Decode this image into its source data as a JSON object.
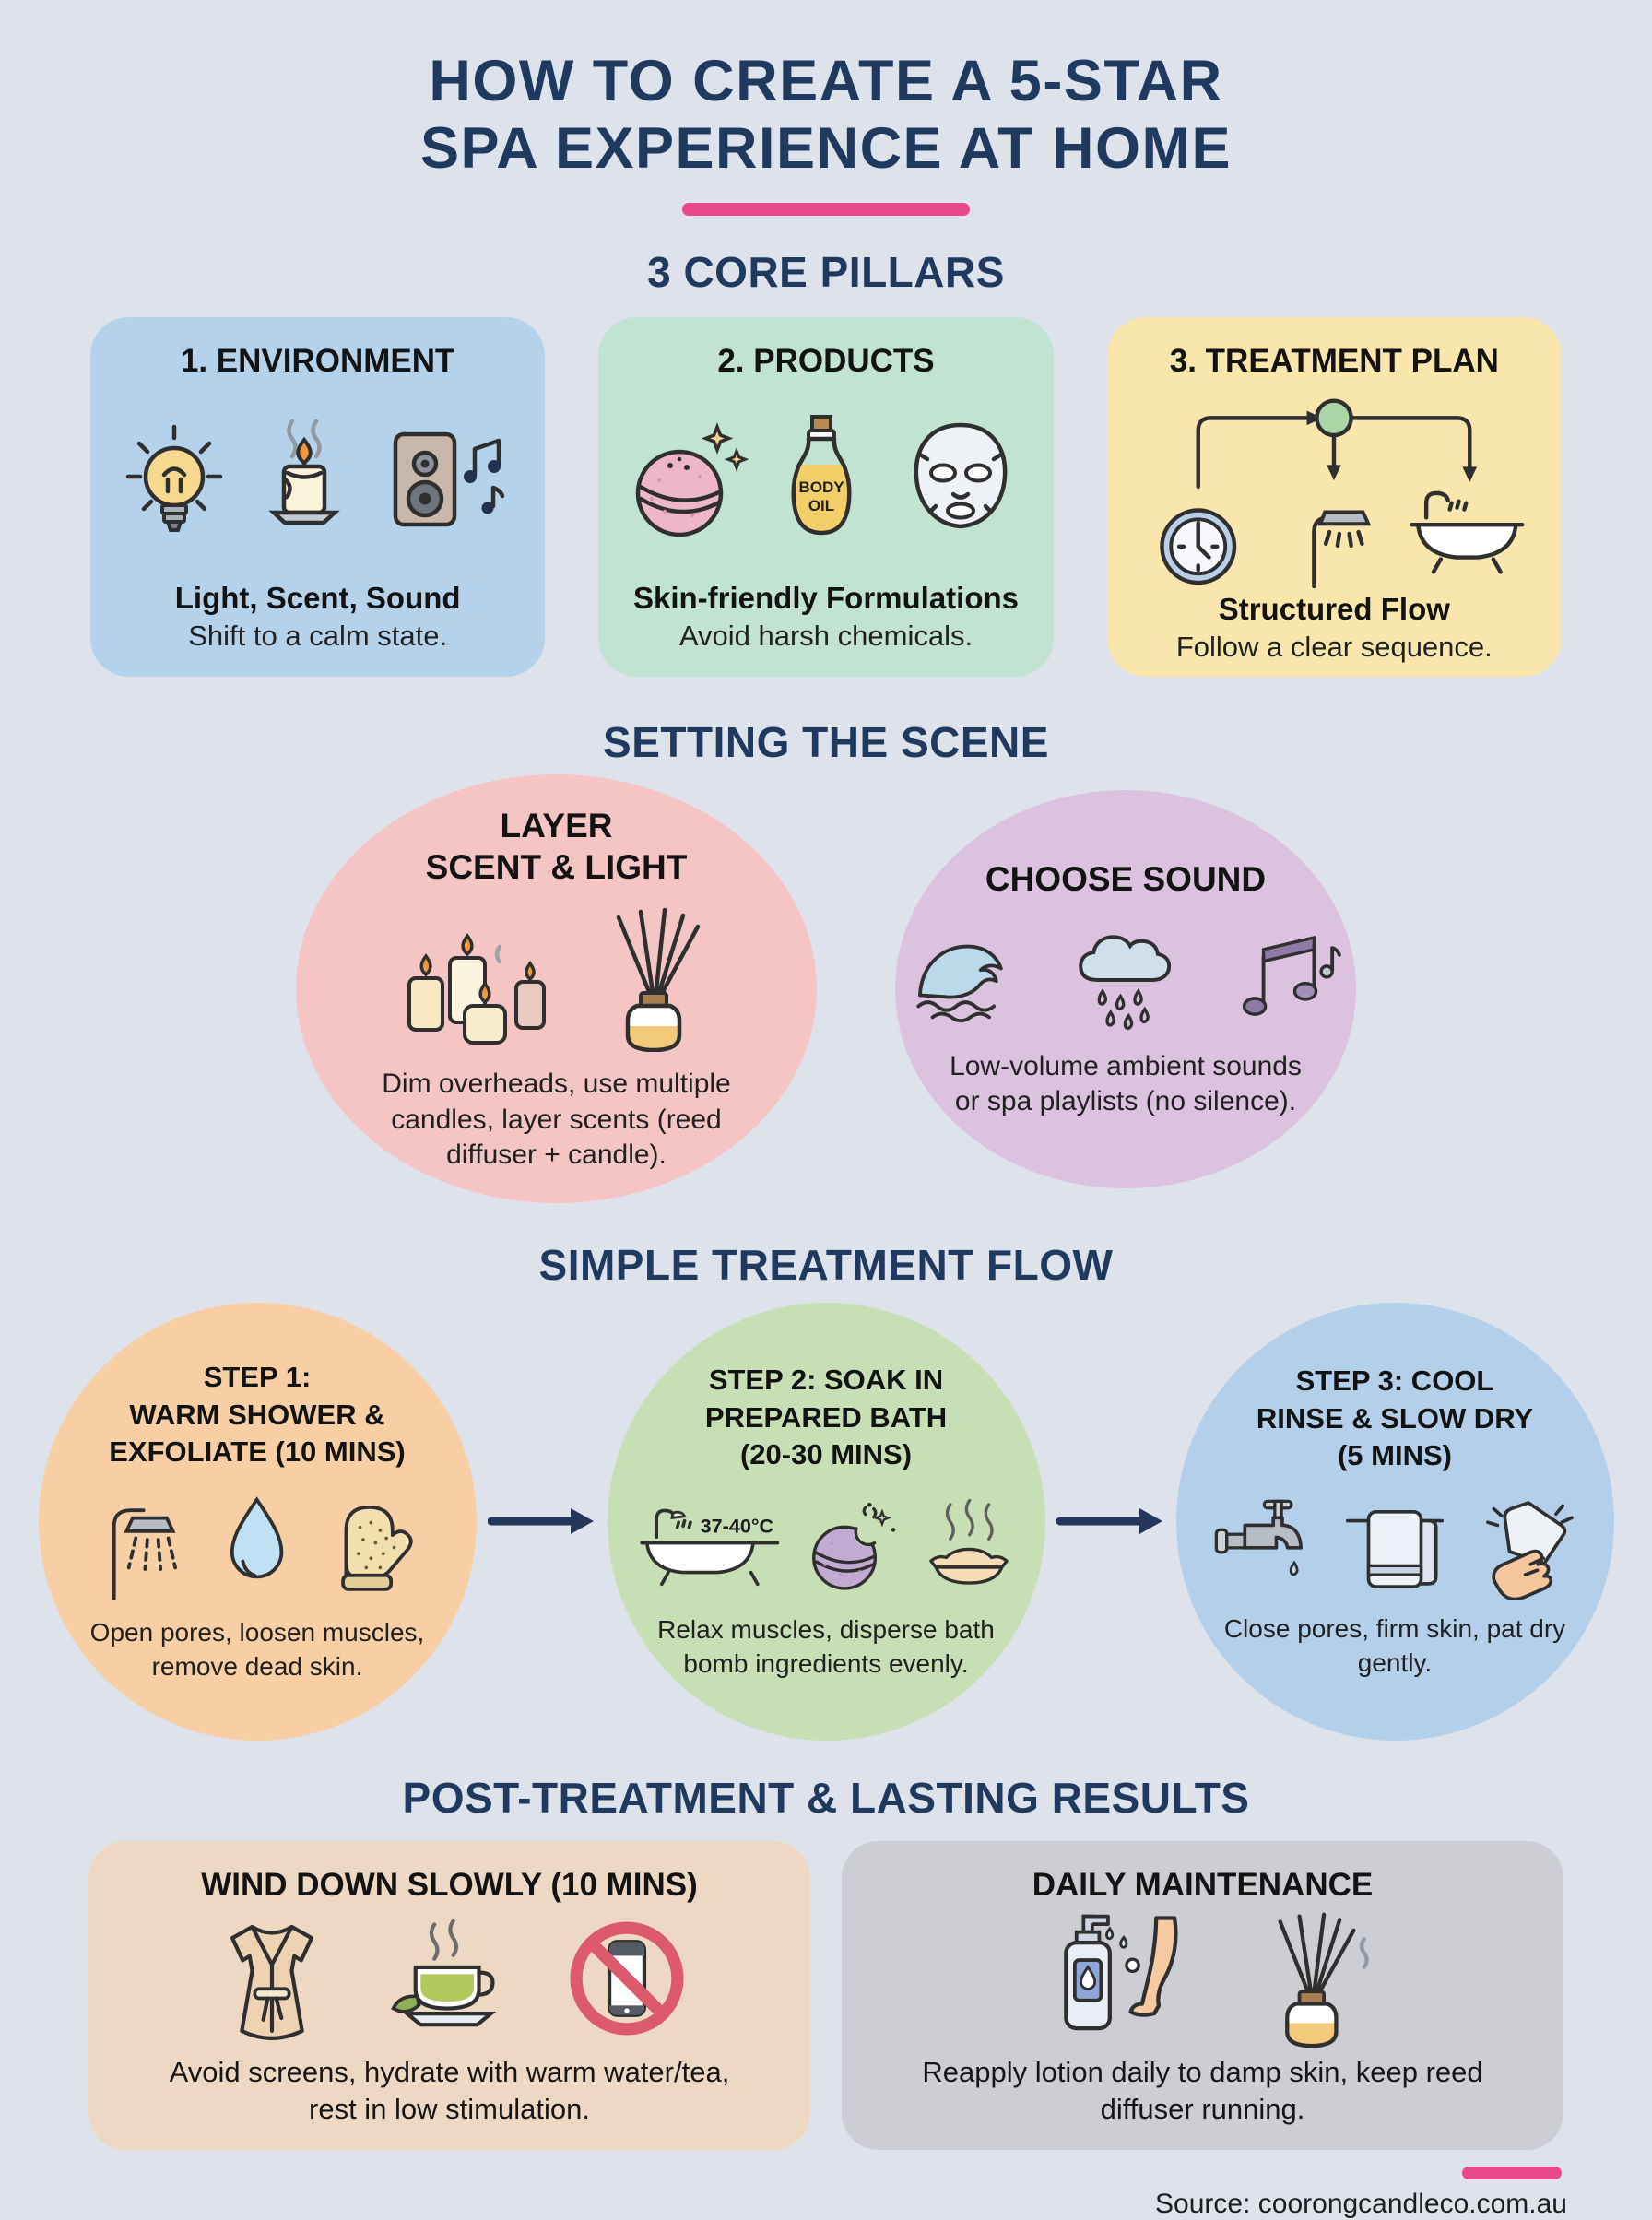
{
  "page": {
    "title_line1": "HOW TO CREATE A 5-STAR",
    "title_line2": "SPA EXPERIENCE AT HOME"
  },
  "colors": {
    "background": "#dde2eb",
    "heading_navy": "#20395f",
    "accent_pink": "#e9498b",
    "card_environment": "#b4d3ea",
    "card_products": "#c2e2d2",
    "card_treatment_plan": "#f8e6ac",
    "bubble_scent_light": "#f5c5c6",
    "bubble_sound": "#dbc2de",
    "step1_circle": "#f8cfa4",
    "step2_circle": "#c8dfb6",
    "step3_circle": "#b4cfe9",
    "card_wind_down": "#edd9c3",
    "card_daily_maintenance": "#cdced3",
    "arrow_navy": "#24365a"
  },
  "pillars": {
    "heading": "3 CORE PILLARS",
    "cards": [
      {
        "title": "1. ENVIRONMENT",
        "bold": "Light, Scent, Sound",
        "text": "Shift to a calm state.",
        "icons": [
          "lightbulb-icon",
          "candle-icon",
          "speaker-music-icon"
        ]
      },
      {
        "title": "2. PRODUCTS",
        "bold": "Skin-friendly Formulations",
        "text": "Avoid harsh chemicals.",
        "oil_label": [
          "BODY",
          "OIL"
        ],
        "icons": [
          "bath-bomb-icon",
          "body-oil-icon",
          "sheet-mask-icon"
        ]
      },
      {
        "title": "3. TREATMENT PLAN",
        "bold": "Structured Flow",
        "text": "Follow a clear sequence.",
        "icons": [
          "flow-diagram-icon",
          "clock-icon",
          "shower-icon",
          "bathtub-icon"
        ]
      }
    ]
  },
  "scene": {
    "heading": "SETTING THE SCENE",
    "bubbles": [
      {
        "title_lines": [
          "LAYER",
          "SCENT & LIGHT"
        ],
        "text": "Dim overheads, use multiple candles, layer scents (reed diffuser + candle).",
        "icons": [
          "candles-group-icon",
          "reed-diffuser-icon"
        ]
      },
      {
        "title_lines": [
          "CHOOSE SOUND"
        ],
        "text": "Low-volume ambient sounds or spa playlists (no silence).",
        "icons": [
          "wave-icon",
          "rain-cloud-icon",
          "music-notes-icon"
        ]
      }
    ]
  },
  "flow": {
    "heading": "SIMPLE TREATMENT FLOW",
    "steps": [
      {
        "title_lines": [
          "STEP 1:",
          "WARM SHOWER &",
          "EXFOLIATE (10 MINS)"
        ],
        "text": "Open pores, loosen muscles, remove dead skin.",
        "icons": [
          "shower-icon",
          "water-drop-icon",
          "exfoliating-mitt-icon"
        ]
      },
      {
        "title_lines": [
          "STEP 2: SOAK IN",
          "PREPARED BATH",
          "(20-30 MINS)"
        ],
        "temp_label": "37-40°C",
        "text": "Relax muscles, disperse bath bomb ingredients evenly.",
        "icons": [
          "bathtub-temp-icon",
          "bath-bomb-fizz-icon",
          "steam-bowl-icon"
        ]
      },
      {
        "title_lines": [
          "STEP 3: COOL",
          "RINSE & SLOW DRY",
          "(5 MINS)"
        ],
        "text": "Close pores, firm skin, pat dry gently.",
        "icons": [
          "faucet-icon",
          "towel-icon",
          "pat-dry-icon"
        ]
      }
    ]
  },
  "post": {
    "heading": "POST-TREATMENT & LASTING RESULTS",
    "cards": [
      {
        "title": "WIND DOWN SLOWLY (10 MINS)",
        "text": "Avoid screens, hydrate with warm water/tea, rest in low stimulation.",
        "icons": [
          "robe-icon",
          "tea-cup-icon",
          "no-phone-icon"
        ]
      },
      {
        "title": "DAILY MAINTENANCE",
        "text": "Reapply lotion daily to damp skin, keep reed diffuser running.",
        "icons": [
          "lotion-leg-icon",
          "reed-diffuser-icon"
        ]
      }
    ]
  },
  "footer": {
    "source": "Source: coorongcandleco.com.au"
  }
}
